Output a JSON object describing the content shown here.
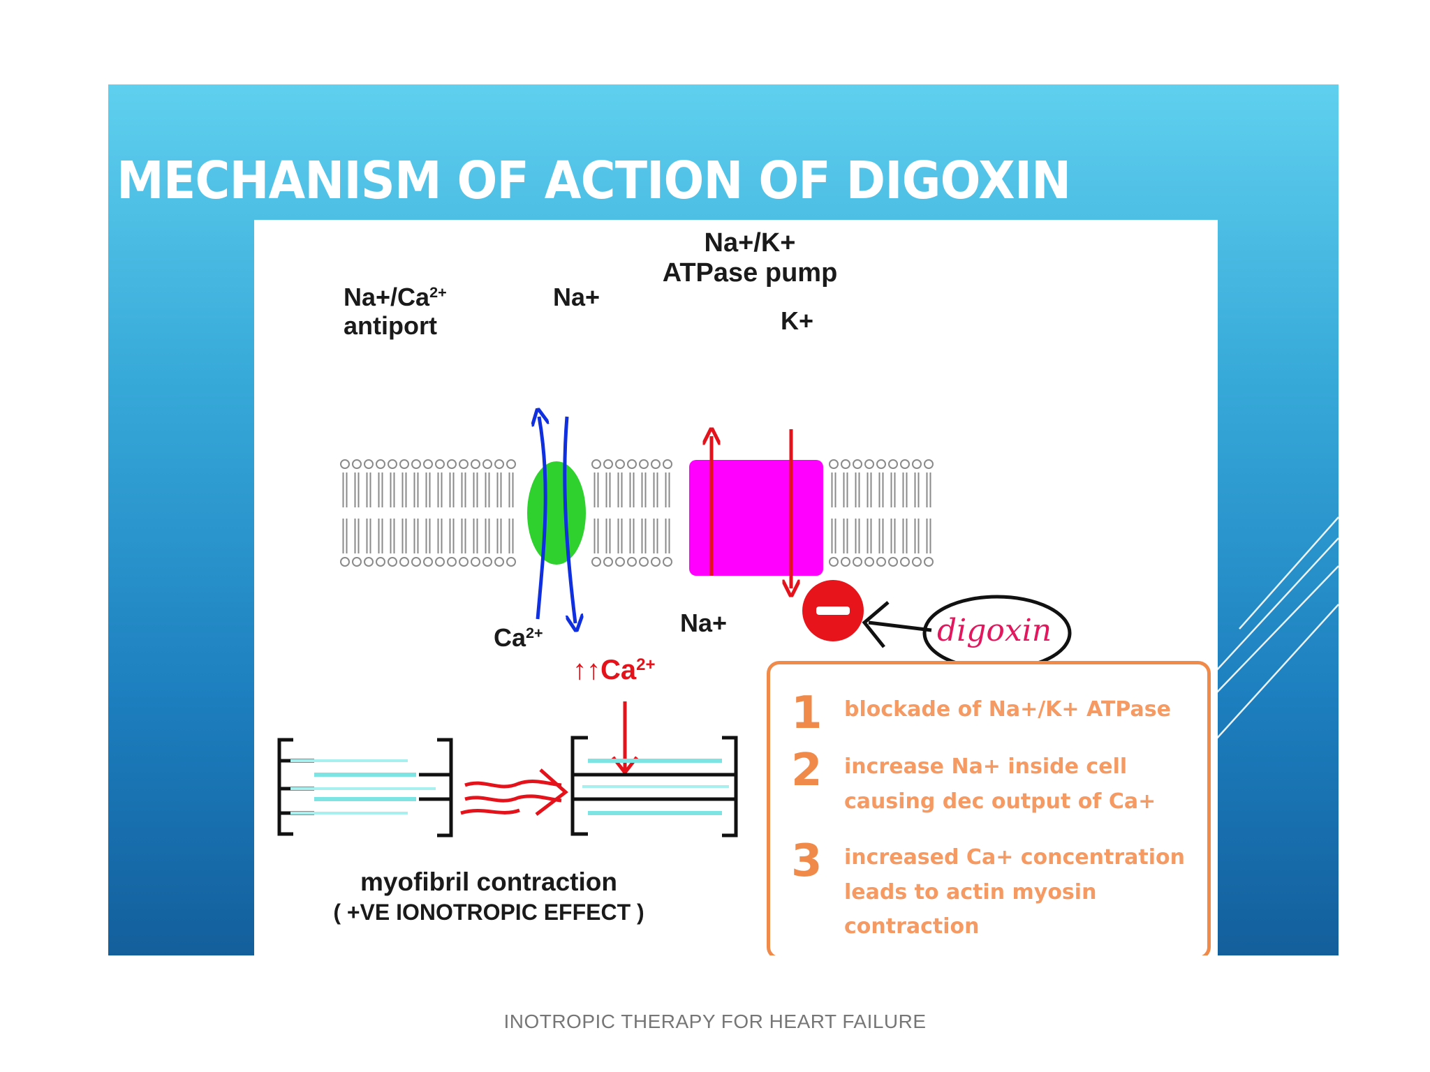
{
  "slide": {
    "title": "MECHANISM OF ACTION OF DIGOXIN",
    "footer": "INOTROPIC THERAPY FOR HEART FAILURE"
  },
  "diagram": {
    "antiport_label_line1": "Na+/Ca",
    "antiport_label_sup": "2+",
    "antiport_label_line2": "antiport",
    "na_out_label": "Na+",
    "ca_in_label": "Ca",
    "ca_in_sup": "2+",
    "pump_label_line1": "Na+/K+",
    "pump_label_line2": "ATPase pump",
    "k_label": "K+",
    "na_pump_label": "Na+",
    "digoxin_label": "digoxin",
    "ca_rise_label": "↑↑Ca",
    "ca_rise_sup": "2+",
    "myofibril_label": "myofibril contraction",
    "effect_label": "( +VE IONOTROPIC EFFECT )"
  },
  "steps": [
    {
      "num": "1",
      "text": "blockade of  Na+/K+ ATPase"
    },
    {
      "num": "2",
      "text": "increase Na+ inside cell\ncausing dec output of Ca+"
    },
    {
      "num": "3",
      "text": "increased Ca+ concentration\nleads to actin myosin\ncontraction"
    }
  ],
  "colors": {
    "antiport": "#2ed12e",
    "pump": "#ff00ff",
    "inhibitor": "#e8141b",
    "steps_accent": "#f08a4b",
    "blue_arrow": "#1030e0"
  }
}
